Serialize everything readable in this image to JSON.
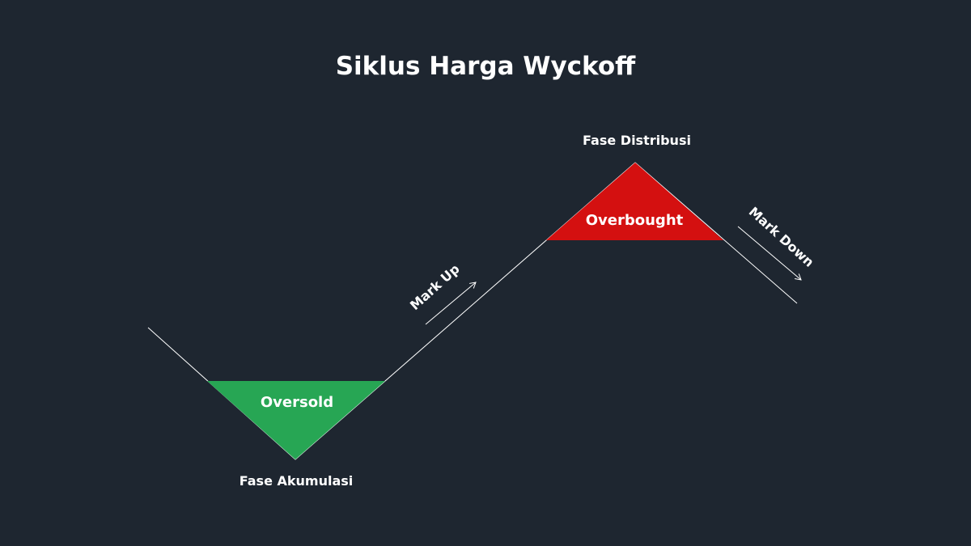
{
  "title": "Siklus Harga Wyckoff",
  "phases": {
    "accumulation": "Fase Akumulasi",
    "distribution": "Fase Distribusi"
  },
  "zones": {
    "oversold": {
      "label": "Oversold",
      "color": "#27a654"
    },
    "overbought": {
      "label": "Overbought",
      "color": "#d41010"
    }
  },
  "moves": {
    "markup": "Mark Up",
    "markdown": "Mark Down"
  },
  "colors": {
    "background": "#1e2630",
    "line": "#ffffff",
    "text": "#ffffff"
  }
}
